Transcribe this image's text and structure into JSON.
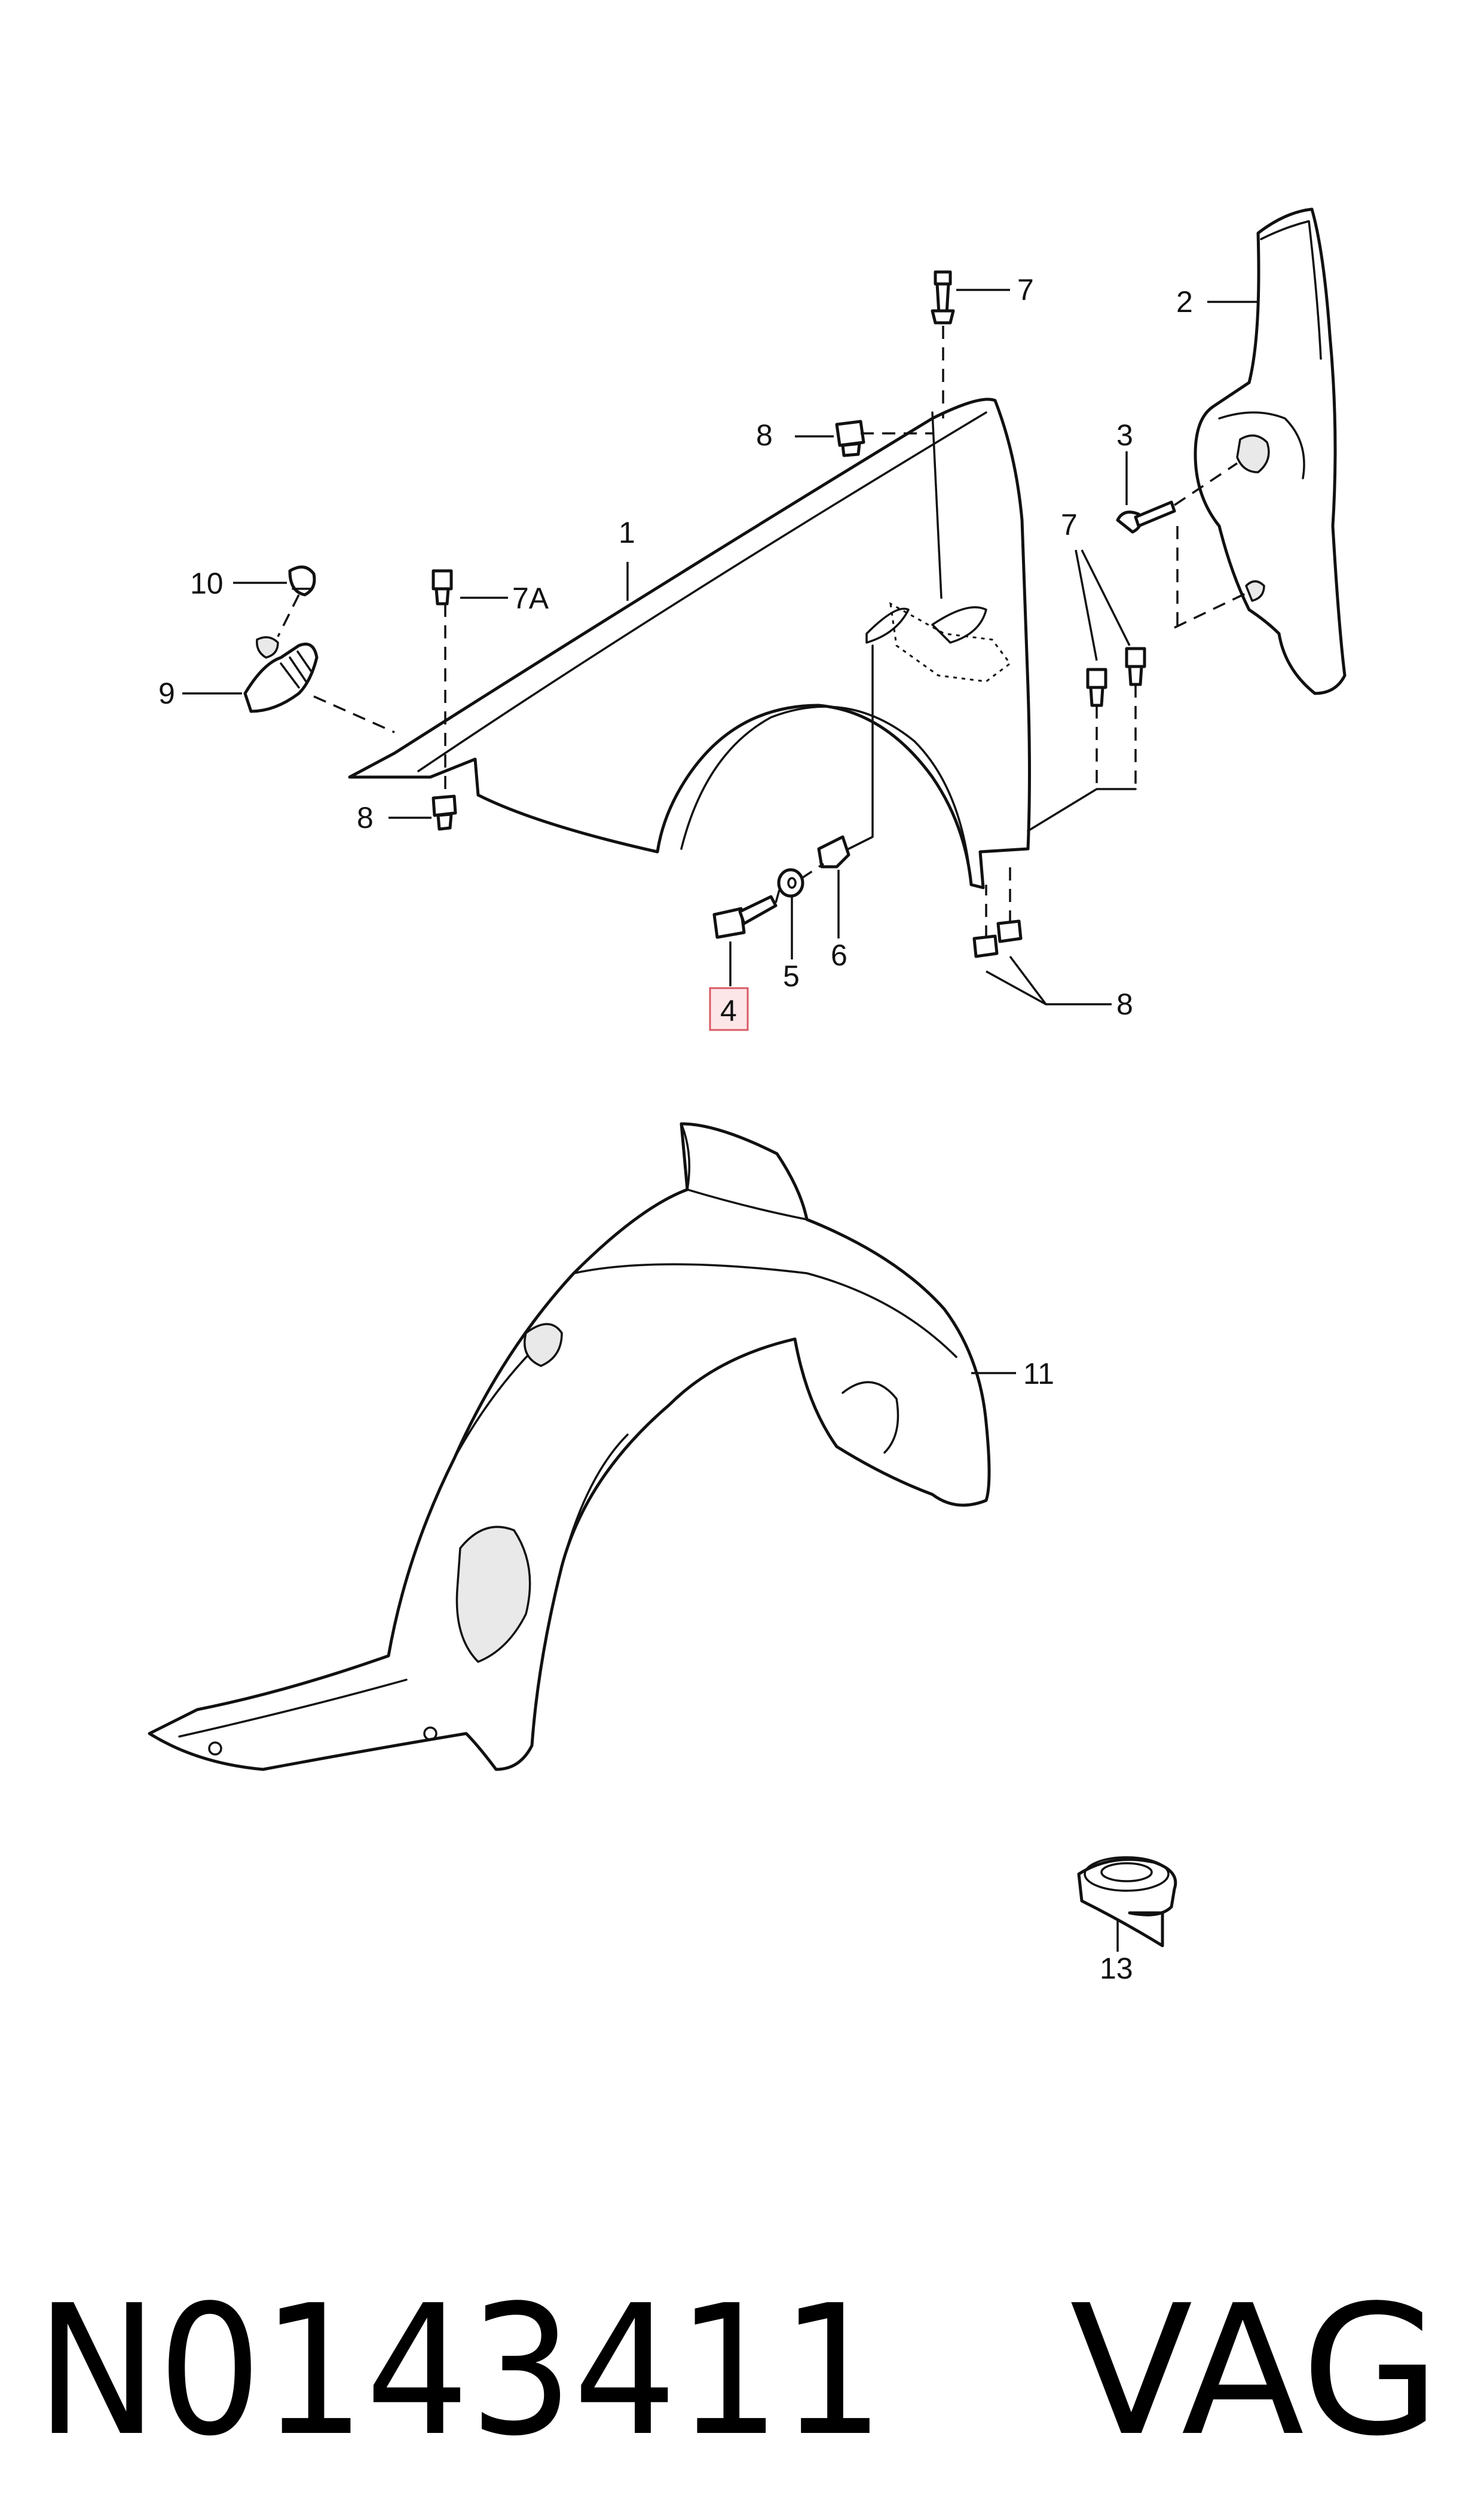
{
  "callouts": {
    "c1": "1",
    "c2": "2",
    "c3": "3",
    "c4": "4",
    "c5": "5",
    "c6": "6",
    "c7_top": "7",
    "c7_right": "7",
    "c7a": "7A",
    "c8_top": "8",
    "c8_left": "8",
    "c8_bottom": "8",
    "c9": "9",
    "c10": "10",
    "c11": "11",
    "c13": "13"
  },
  "highlighted_callout": "4",
  "highlight_color": "#fde6e8",
  "footer": {
    "part_number": "N0143411",
    "brand": "VAG"
  }
}
